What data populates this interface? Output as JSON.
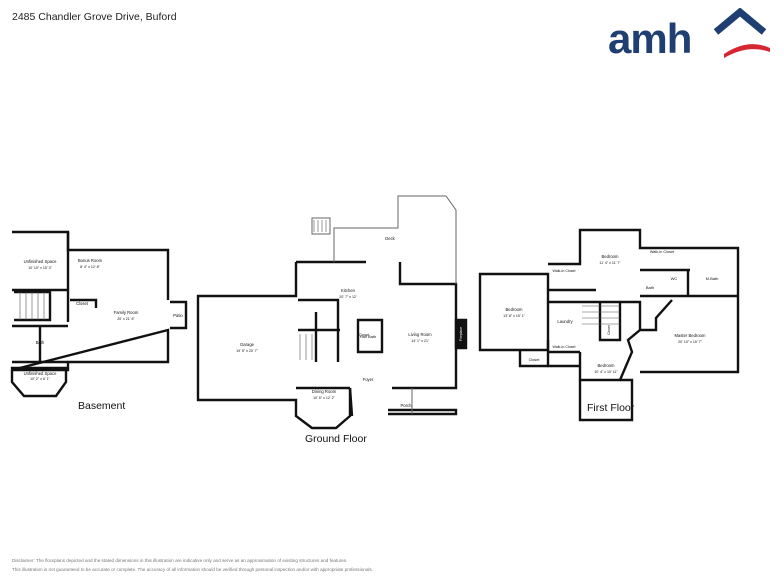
{
  "header": {
    "address": "2485 Chandler Grove Drive, Buford"
  },
  "logo": {
    "text": "amh",
    "brand_blue": "#1f3f73",
    "accent_red": "#d62631"
  },
  "floors": {
    "basement": {
      "label": "Basement",
      "rooms": [
        {
          "name": "Unfinished Space",
          "dims": "10' 10\" x 15' 3\""
        },
        {
          "name": "Bonus Room",
          "dims": "8' 4\" x 12' 8\""
        },
        {
          "name": "Family Room",
          "dims": "20' x 21' 6\""
        },
        {
          "name": "Closet",
          "dims": ""
        },
        {
          "name": "Bath",
          "dims": ""
        },
        {
          "name": "Unfinished Space",
          "dims": "10' 2\" x 6' 1\""
        },
        {
          "name": "Patio",
          "dims": ""
        }
      ]
    },
    "ground": {
      "label": "Ground Floor",
      "rooms": [
        {
          "name": "Deck",
          "dims": ""
        },
        {
          "name": "Kitchen",
          "dims": "20' 7\" x 12'"
        },
        {
          "name": "Garage",
          "dims": "19' 5\" x 20' 7\""
        },
        {
          "name": "Closet",
          "dims": ""
        },
        {
          "name": "Half Bath",
          "dims": ""
        },
        {
          "name": "Living Room",
          "dims": "14' 1\" x 21'"
        },
        {
          "name": "Fireplace",
          "dims": ""
        },
        {
          "name": "Foyer",
          "dims": ""
        },
        {
          "name": "Dining Room",
          "dims": "10' 6\" x 12' 2\""
        },
        {
          "name": "Porch",
          "dims": ""
        }
      ]
    },
    "first": {
      "label": "First Floor",
      "rooms": [
        {
          "name": "Walk-in Closet",
          "dims": ""
        },
        {
          "name": "Bedroom",
          "dims": "11' 4\" x 11' 7\""
        },
        {
          "name": "Walk-in Closet",
          "dims": ""
        },
        {
          "name": "M.Bath",
          "dims": ""
        },
        {
          "name": "WC",
          "dims": ""
        },
        {
          "name": "Bath",
          "dims": ""
        },
        {
          "name": "Bedroom",
          "dims": "13' 8\" x 15' 1\""
        },
        {
          "name": "Laundry",
          "dims": ""
        },
        {
          "name": "Closet",
          "dims": ""
        },
        {
          "name": "Master Bedroom",
          "dims": "20' 10\" x 15' 7\""
        },
        {
          "name": "Walk-in Closet",
          "dims": ""
        },
        {
          "name": "Closet",
          "dims": ""
        },
        {
          "name": "Bedroom",
          "dims": "10' 4\" x 10' 11\""
        }
      ]
    }
  },
  "footer": {
    "line1": "Disclaimer: The floorplans depicted and the stated dimensions in this illustration are indicative only and serve as an approximation of existing structures and features.",
    "line2": "This illustration is not guaranteed to be accurate or complete. The accuracy of all information should be verified through personal inspection and/or with appropriate professionals."
  }
}
